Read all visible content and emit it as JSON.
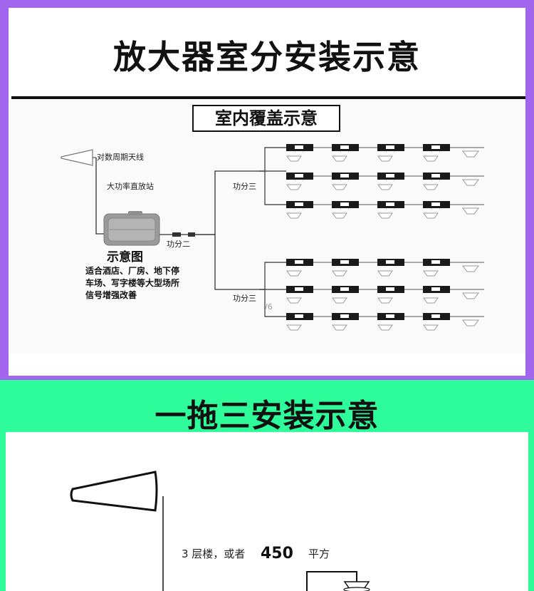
{
  "section1": {
    "title": "放大器室分安装示意",
    "caption": "室内覆盖示意",
    "antenna_label": "对数周期天线",
    "repeater_label": "大功率直放站",
    "diagram_label": "示意图",
    "splitter2_label": "功分二",
    "splitter3_top_label": "功分三",
    "splitter3_bottom_label": "功分三",
    "page_marker": "/6",
    "notes": [
      "适合酒店、厂房、地下停",
      "车场、写字楼等大型场所",
      "信号增强改善"
    ]
  },
  "section2": {
    "title": "一拖三安装示意",
    "floors_text": "3 层楼，或者",
    "area_value": "450",
    "area_unit": "平方"
  },
  "colors": {
    "section1_border": "#a165ee",
    "section2_border": "#2efc9a"
  },
  "icons": [
    "log-periodic-antenna-icon",
    "repeater-icon",
    "ceiling-antenna-icon",
    "coupler-icon"
  ]
}
